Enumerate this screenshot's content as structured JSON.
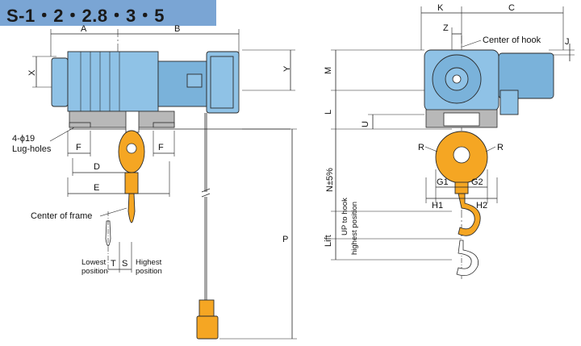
{
  "title": "S-1・2・2.8・3・5",
  "side_view": {
    "dims": {
      "A": "A",
      "B": "B",
      "X": "X",
      "Y": "Y",
      "F_left": "F",
      "F_right": "F",
      "D": "D",
      "E": "E",
      "P": "P",
      "T": "T",
      "S": "S"
    },
    "labels": {
      "lug_holes_line1": "4-ϕ19",
      "lug_holes_line2": "Lug-holes",
      "center_of_frame": "Center of frame",
      "lowest_position_1": "Lowest",
      "lowest_position_2": "position",
      "highest_position_1": "Highest",
      "highest_position_2": "position"
    }
  },
  "front_view": {
    "dims": {
      "K": "K",
      "C": "C",
      "Z": "Z",
      "J": "J",
      "M": "M",
      "L": "L",
      "U": "U",
      "R_left": "R",
      "R_right": "R",
      "G1": "G1",
      "G2": "G2",
      "H1": "H1",
      "H2": "H2",
      "N": "N±5%",
      "lift": "Lift"
    },
    "labels": {
      "center_of_hook": "Center of hook",
      "up_to_hook_1": "UP to hook",
      "up_to_hook_2": "highest position"
    }
  },
  "colors": {
    "body_blue": "#8fc2e6",
    "hook_orange": "#f5a623",
    "title_bar": "#7aa5d4"
  }
}
